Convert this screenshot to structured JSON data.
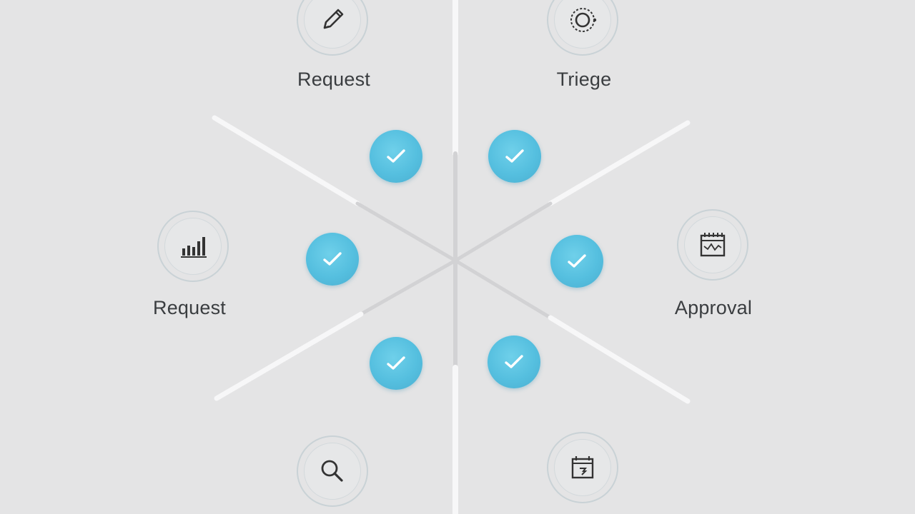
{
  "diagram": {
    "nodes": [
      {
        "id": "top-left",
        "label": "Request",
        "icon": "pencil-icon"
      },
      {
        "id": "top-right",
        "label": "Triege",
        "icon": "gear-icon"
      },
      {
        "id": "mid-left",
        "label": "Request",
        "icon": "bar-chart-icon"
      },
      {
        "id": "mid-right",
        "label": "Approval",
        "icon": "calendar-chart-icon"
      },
      {
        "id": "bottom-left",
        "label": "",
        "icon": "magnifier-icon"
      },
      {
        "id": "bottom-right",
        "label": "",
        "icon": "calendar-icon"
      }
    ],
    "checks": 6,
    "colors": {
      "background": "#e4e4e5",
      "check_fill": "#55bfdf",
      "check_mark": "#ffffff",
      "spoke": "#f7f7f8",
      "icon_stroke": "#333333"
    }
  }
}
